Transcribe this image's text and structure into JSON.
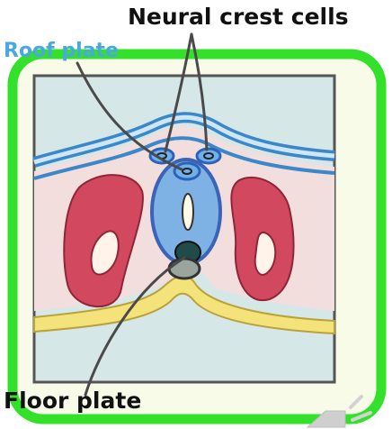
{
  "labels": {
    "neural_crest": "Neural crest cells",
    "roof_plate": "Roof plate",
    "floor_plate": "Floor plate"
  },
  "colors": {
    "frame_green": "#33e02a",
    "background_cream": "#f9fbe9",
    "inner_blue_gray": "#d6e7e8",
    "ectoderm_blue": "#3a88c9",
    "mesenchyme_pink": "#f3dede",
    "somite_red": "#d2485f",
    "neural_tube_blue": "#7fb2e4",
    "notochord_gray": "#9aa59e",
    "endoderm_yellow": "#f4e37a",
    "speaker_gray": "#c8c8c8"
  },
  "icons": [
    "speaker-icon"
  ]
}
